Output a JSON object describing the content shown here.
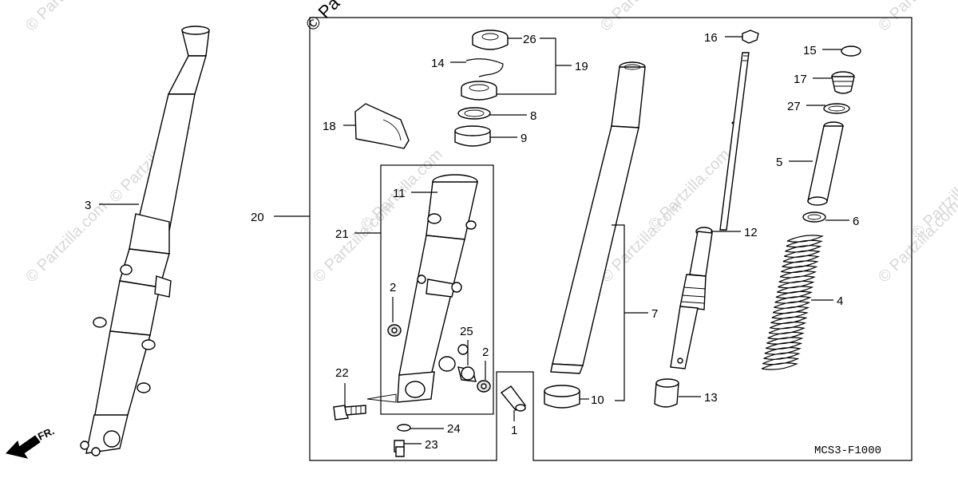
{
  "watermark": {
    "top_text": "© Pa",
    "site_text": "© Partzilla.com"
  },
  "diagram": {
    "code": "MCS3-F1000",
    "front_arrow_label": "FR.",
    "labels": {
      "l1": "1",
      "l2a": "2",
      "l2b": "2",
      "l3": "3",
      "l4": "4",
      "l5": "5",
      "l6": "6",
      "l7": "7",
      "l8": "8",
      "l9": "9",
      "l10": "10",
      "l11": "11",
      "l12": "12",
      "l13": "13",
      "l14": "14",
      "l15": "15",
      "l16": "16",
      "l17": "17",
      "l18": "18",
      "l19": "19",
      "l20": "20",
      "l21": "21",
      "l22": "22",
      "l23": "23",
      "l24": "24",
      "l25": "25",
      "l26": "26",
      "l27": "27"
    }
  }
}
